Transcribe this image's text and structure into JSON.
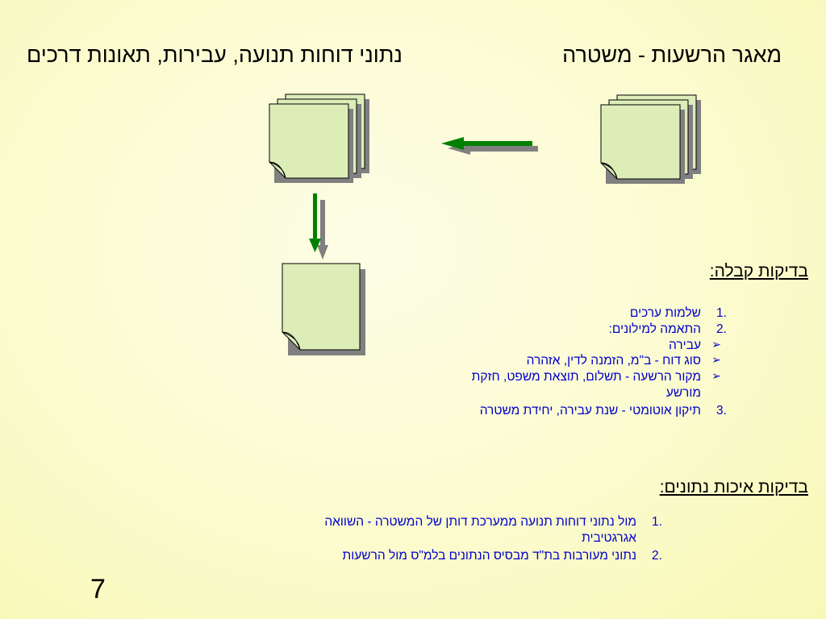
{
  "header": {
    "right_title": "מאגר הרשעות - משטרה",
    "left_title": "נתוני דוחות תנועה, עבירות, תאונות דרכים"
  },
  "acceptance": {
    "heading": "בדיקות קבלה:",
    "items": [
      {
        "marker": "1.",
        "text": "שלמות ערכים"
      },
      {
        "marker": "2.",
        "text": "התאמה למילונים:"
      }
    ],
    "sub_items": [
      "עבירה",
      "סוג דוח - ב\"מ, הזמנה לדין, אזהרה",
      "מקור הרשעה - תשלום,  תוצאת משפט, חזקת מורשע"
    ],
    "last_item": {
      "marker": "3.",
      "text": "תיקון אוטומטי - שנת עבירה, יחידת משטרה"
    }
  },
  "quality": {
    "heading": "בדיקות איכות נתונים:",
    "items": [
      {
        "marker": "1.",
        "text": "מול נתוני דוחות תנועה ממערכת דותן של המשטרה - השוואה אגרגטיבית"
      },
      {
        "marker": "2.",
        "text": "נתוני מעורבות בת\"ד מבסיס הנתונים בלמ\"ס מול הרשעות"
      }
    ]
  },
  "page_number": "7",
  "colors": {
    "doc_fill": "#dcedb8",
    "arrow_green": "#008000",
    "arrow_shadow": "#808080",
    "list_text": "#0000cc"
  }
}
